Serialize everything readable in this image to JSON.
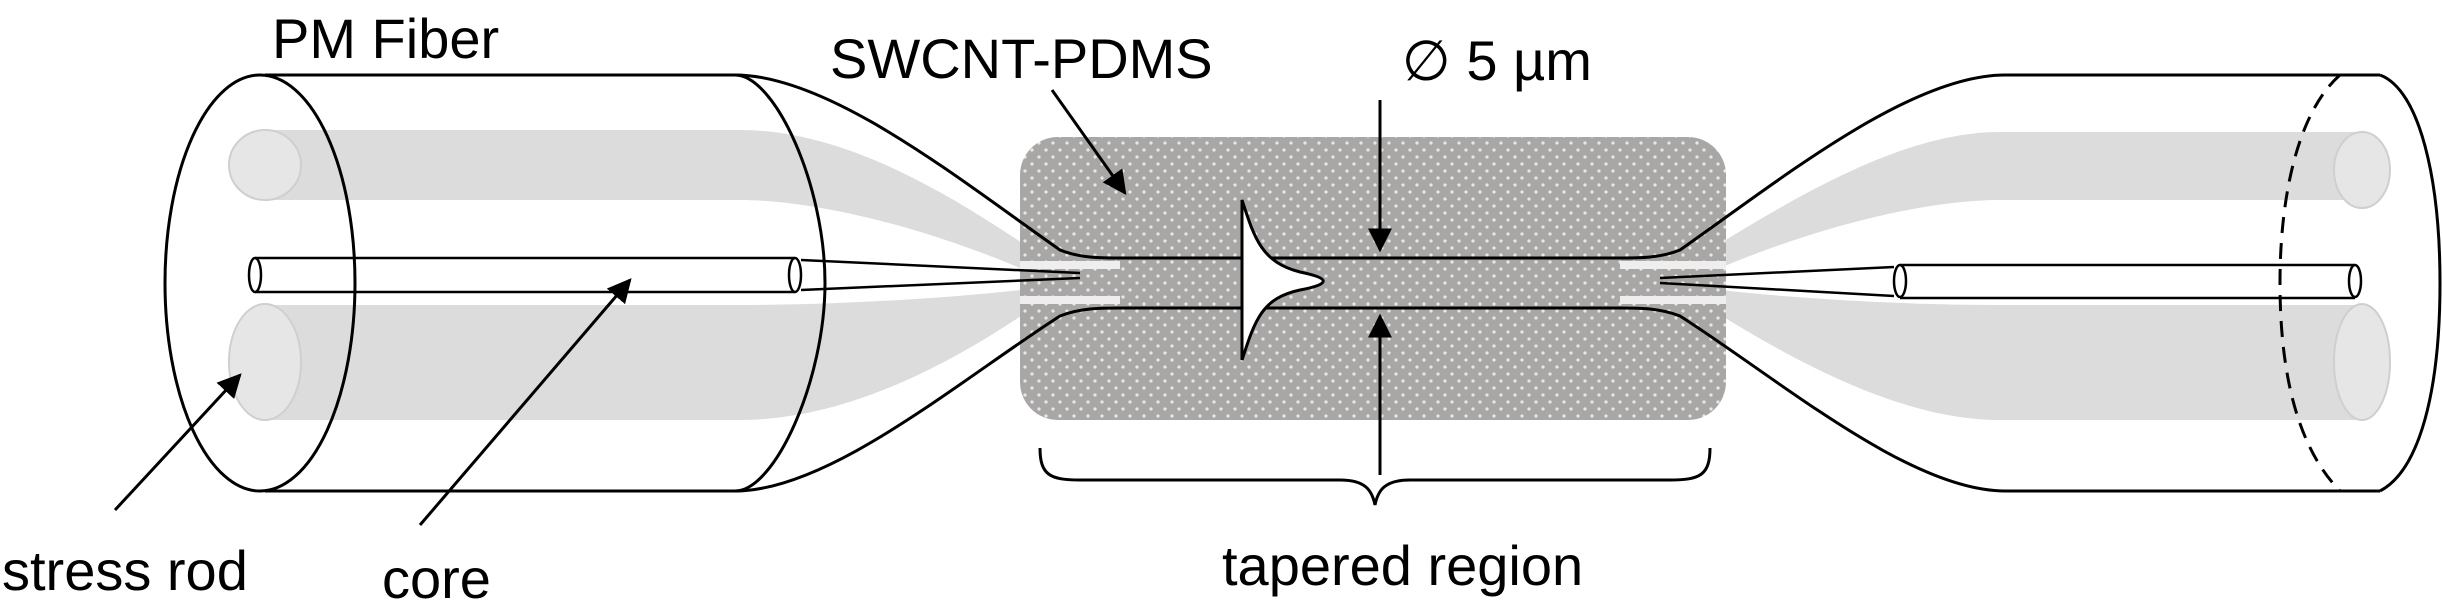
{
  "labels": {
    "pm_fiber": "PM Fiber",
    "swcnt_pdms": "SWCNT-PDMS",
    "diameter": "∅ 5 µm",
    "stress_rod": "stress rod",
    "core": "core",
    "tapered_region": "tapered region"
  },
  "colors": {
    "stress_rod_shade": "#dcdcdc",
    "stress_rod_end": "#e6e6e6",
    "coating_fill": "#a9a6a6",
    "coating_dots": "#e8e8e8",
    "outline": "#000000",
    "background": "#ffffff"
  }
}
